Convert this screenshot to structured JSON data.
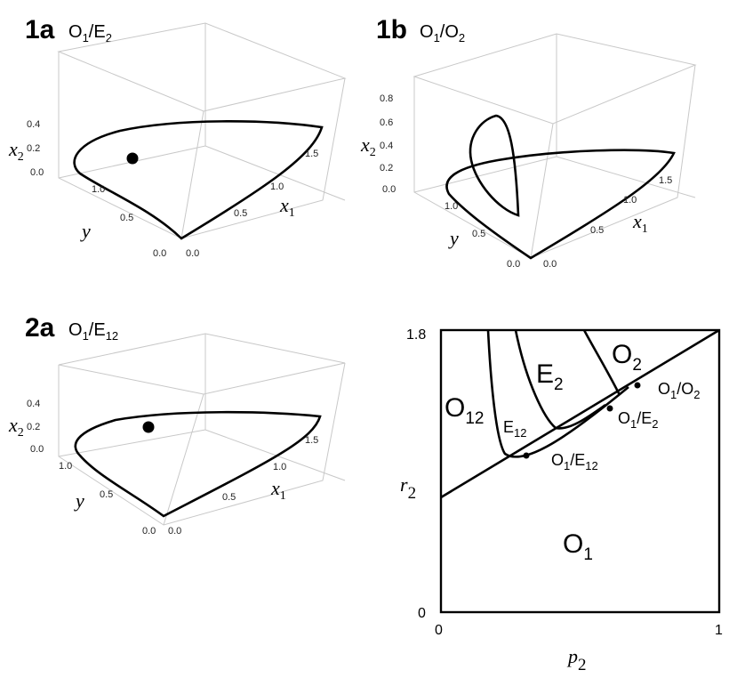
{
  "panel_1a": {
    "label": "1a",
    "title_main": "O",
    "title_sub1": "1",
    "title_sep": "/E",
    "title_sub2": "2",
    "x1_label": "x",
    "x1_sub": "1",
    "x2_label": "x",
    "x2_sub": "2",
    "y_label": "y",
    "x1_ticks": [
      "0.0",
      "0.5",
      "1.0",
      "1.5"
    ],
    "y_ticks": [
      "0.0",
      "0.5",
      "1.0"
    ],
    "x2_ticks": [
      "0.0",
      "0.2",
      "0.4"
    ]
  },
  "panel_1b": {
    "label": "1b",
    "title_main": "O",
    "title_sub1": "1",
    "title_sep": "/O",
    "title_sub2": "2",
    "x1_label": "x",
    "x1_sub": "1",
    "x2_label": "x",
    "x2_sub": "2",
    "y_label": "y",
    "x1_ticks": [
      "0.0",
      "0.5",
      "1.0",
      "1.5"
    ],
    "y_ticks": [
      "0.0",
      "0.5",
      "1.0"
    ],
    "x2_ticks": [
      "0.0",
      "0.2",
      "0.4",
      "0.6",
      "0.8"
    ]
  },
  "panel_2a": {
    "label": "2a",
    "title_main": "O",
    "title_sub1": "1",
    "title_sep": "/E",
    "title_sub2": "12",
    "x1_label": "x",
    "x1_sub": "1",
    "x2_label": "x",
    "x2_sub": "2",
    "y_label": "y",
    "x1_ticks": [
      "0.0",
      "0.5",
      "1.0",
      "1.5"
    ],
    "y_ticks": [
      "0.0",
      "0.5",
      "1.0"
    ],
    "x2_ticks": [
      "0.0",
      "0.2",
      "0.4"
    ]
  },
  "bifurcation": {
    "xlabel": "p",
    "xlabel_sub": "2",
    "ylabel": "r",
    "ylabel_sub": "2",
    "x_ticks": [
      "0",
      "1"
    ],
    "y_ticks": [
      "0",
      "1.8"
    ],
    "xlim": [
      0,
      1
    ],
    "ylim": [
      0,
      1.8
    ],
    "regions": {
      "O1": {
        "main": "O",
        "sub": "1"
      },
      "O2": {
        "main": "O",
        "sub": "2"
      },
      "E2": {
        "main": "E",
        "sub": "2"
      },
      "O12": {
        "main": "O",
        "sub": "12"
      },
      "E12": {
        "main": "E",
        "sub": "12"
      }
    },
    "points": {
      "O1_O2": {
        "main": "O",
        "sub1": "1",
        "sep": "/O",
        "sub2": "2"
      },
      "O1_E2": {
        "main": "O",
        "sub1": "1",
        "sep": "/E",
        "sub2": "2"
      },
      "O1_E12": {
        "main": "O",
        "sub1": "1",
        "sep": "/E",
        "sub2": "12"
      }
    }
  }
}
